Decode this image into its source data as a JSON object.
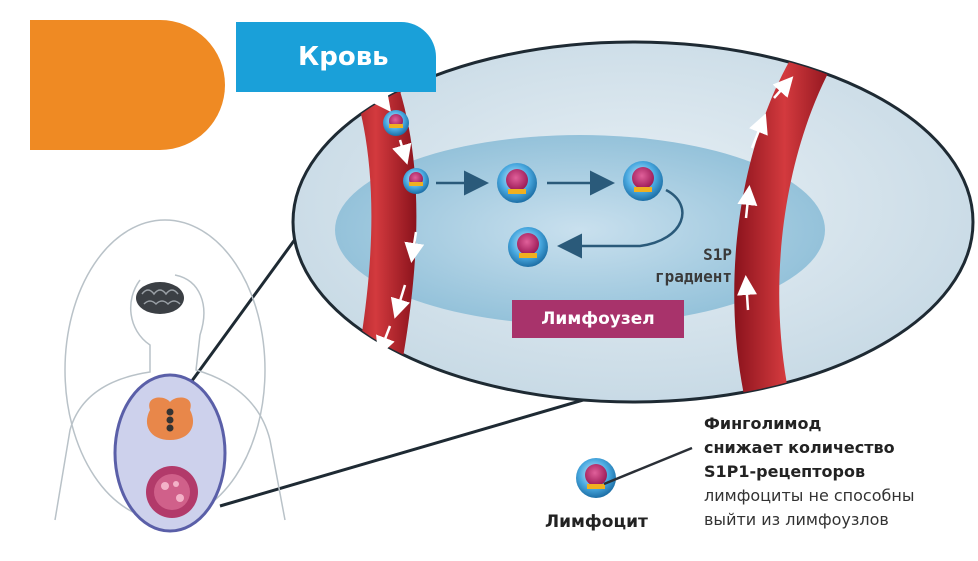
{
  "header": {
    "blood_label": "Кровь"
  },
  "diagram": {
    "lymph_node_label": "Лимфоузел",
    "s1p_line1": "S1P",
    "s1p_line2": "градиент"
  },
  "legend": {
    "lymphocyte_label": "Лимфоцит",
    "caption_bold": [
      "Финголимод",
      "снижает количество",
      "S1P1-рецепторов"
    ],
    "caption_normal": [
      "лимфоциты не способны",
      "выйти из лимфоузлов"
    ]
  },
  "colors": {
    "orange": "#ef8a23",
    "blue_tab": "#1aa0d9",
    "vessel_red": "#b8202a",
    "node_label_bg": "#a8336b",
    "outer_ellipse": "#cfe0ea",
    "inner_ellipse": "#9cc6dc"
  },
  "icons": {
    "body": "human-silhouette-icon",
    "brain": "brain-icon",
    "lymphocyte": "lymphocyte-cell-icon",
    "arrow": "arrow-icon"
  }
}
